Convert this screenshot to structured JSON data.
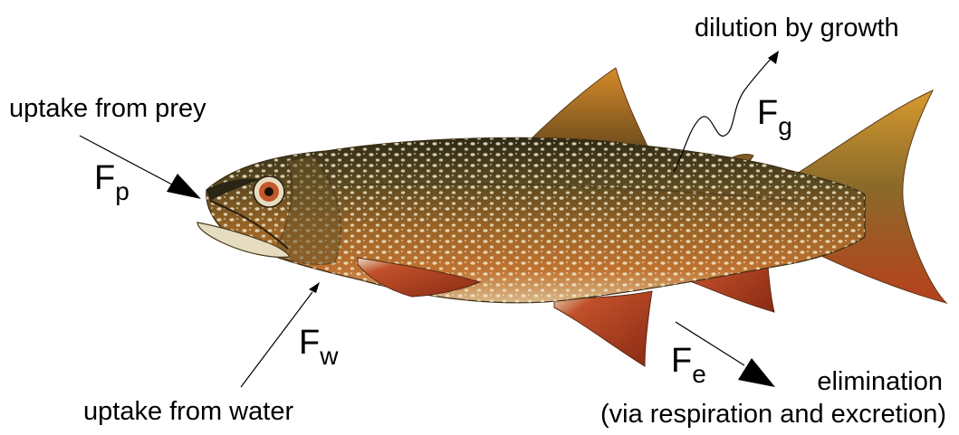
{
  "labels": {
    "uptake_prey": "uptake from prey",
    "uptake_water": "uptake from water",
    "dilution": "dilution by growth",
    "elimination_line1": "elimination",
    "elimination_line2": "(via respiration and excretion)"
  },
  "fluxes": {
    "prey": {
      "symbol": "F",
      "subscript": "p"
    },
    "water": {
      "symbol": "F",
      "subscript": "w"
    },
    "growth": {
      "symbol": "F",
      "subscript": "g"
    },
    "elimination": {
      "symbol": "F",
      "subscript": "e"
    }
  },
  "colors": {
    "body_dark": "#4a3a1c",
    "body_mid": "#8a5a22",
    "belly": "#c2732c",
    "spots": "#e9e2c8",
    "fin_red": "#b8401c",
    "fin_orange": "#d68a2a",
    "arrow": "#000000"
  }
}
